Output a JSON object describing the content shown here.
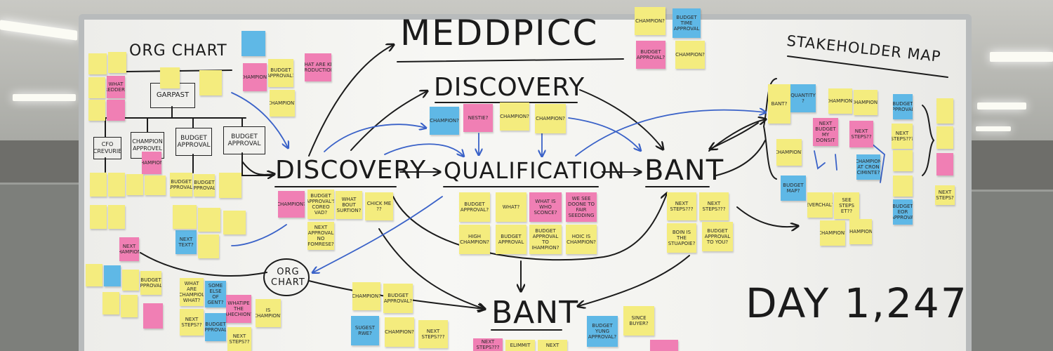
{
  "colors": {
    "yellow": "#f4ec7e",
    "pink": "#f07fb4",
    "blue": "#5fb8e6",
    "ink": "#1b1b1b",
    "arrow_blue": "#3a62c8"
  },
  "board": {
    "title": "MEDDPICC",
    "org_chart_title": "ORG CHART",
    "stakeholder_title": "STAKEHOLDER MAP",
    "day_counter": "DAY 1,247",
    "flow": {
      "discovery_top": "DISCOVERY",
      "discovery": "DISCOVERY",
      "qualification": "QUALIFICATION",
      "bant": "BANT",
      "bant_bottom": "BANT",
      "org_chart_circle": "ORG\nCHART"
    },
    "org_boxes": [
      {
        "id": "garpast",
        "text": "GARPAST"
      },
      {
        "id": "cfo",
        "text": "CFO\nCREVURIE"
      },
      {
        "id": "champion-approvel",
        "text": "CHAMPION\nAPPROVEL"
      },
      {
        "id": "budget-approval-1",
        "text": "BUDGET\nAPPROVAL"
      },
      {
        "id": "budget-approval-2",
        "text": "BUDGET\nAPPROVAL"
      }
    ]
  },
  "notes": [
    {
      "id": "n1",
      "text": "CHAMPION?",
      "color": "yellow"
    },
    {
      "id": "n2",
      "text": "BUDGET TIME APPROVAL",
      "color": "blue"
    },
    {
      "id": "n3",
      "text": "BUDGET APPROVAL?",
      "color": "pink"
    },
    {
      "id": "n4",
      "text": "CHAMPION?",
      "color": "yellow"
    },
    {
      "id": "n5",
      "text": "CHAMPION?",
      "color": "blue"
    },
    {
      "id": "n6",
      "text": "NESTIE?",
      "color": "pink"
    },
    {
      "id": "n7",
      "text": "CHAMPION?",
      "color": "yellow"
    },
    {
      "id": "n8",
      "text": "CHAMPION?",
      "color": "yellow"
    },
    {
      "id": "n9",
      "text": "CHAMPION?",
      "color": "pink"
    },
    {
      "id": "n10",
      "text": "BUDGET APPROVAL?",
      "color": "yellow"
    },
    {
      "id": "n11",
      "text": "WHAT ARE KEY AIRODUCTION?",
      "color": "pink"
    },
    {
      "id": "n12",
      "text": "CHAMPION?",
      "color": "yellow"
    },
    {
      "id": "n13",
      "text": "CHAMPION?",
      "color": "pink"
    },
    {
      "id": "n14",
      "text": "BUDGET APPROVAL'S COREO VAD?",
      "color": "yellow"
    },
    {
      "id": "n15",
      "text": "WHAT BOUT SURTION?",
      "color": "yellow"
    },
    {
      "id": "n16",
      "text": "CHICK ME ??",
      "color": "yellow"
    },
    {
      "id": "n17",
      "text": "NEXT APPROVAL NO FOMRESE?",
      "color": "yellow"
    },
    {
      "id": "n18",
      "text": "BUDGET APPROVAL?",
      "color": "yellow"
    },
    {
      "id": "n19",
      "text": "WHAT?",
      "color": "yellow"
    },
    {
      "id": "n20",
      "text": "WHAT IS WHO SCONCE?",
      "color": "pink"
    },
    {
      "id": "n21",
      "text": "WE SEE DOONE TO FAIR SEEDDING",
      "color": "pink"
    },
    {
      "id": "n22",
      "text": "HIGH CHAMPION?",
      "color": "yellow"
    },
    {
      "id": "n23",
      "text": "BUDGET APPROVAL",
      "color": "yellow"
    },
    {
      "id": "n24",
      "text": "BUDGET APPROVAL TO IHAMPION?",
      "color": "yellow"
    },
    {
      "id": "n25",
      "text": "HOIC IS CHAMPION?",
      "color": "yellow"
    },
    {
      "id": "n26",
      "text": "NEXT STEPS???",
      "color": "yellow"
    },
    {
      "id": "n27",
      "text": "NEXT STEPS???",
      "color": "yellow"
    },
    {
      "id": "n28",
      "text": "BOIN IS THE STUAPOIE?",
      "color": "yellow"
    },
    {
      "id": "n29",
      "text": "BUDGET APPROVAL TO YOU?",
      "color": "yellow"
    },
    {
      "id": "n30",
      "text": "CHAMPION?",
      "color": "yellow"
    },
    {
      "id": "n31",
      "text": "BUDGET APPROVAL?",
      "color": "yellow"
    },
    {
      "id": "n32",
      "text": "SUGEST RWE?",
      "color": "blue"
    },
    {
      "id": "n33",
      "text": "\"CHAMPION?\"",
      "color": "yellow"
    },
    {
      "id": "n34",
      "text": "NEXT STEPS???",
      "color": "yellow"
    },
    {
      "id": "n35",
      "text": "BUDGET YUNG APPROVAL?",
      "color": "blue"
    },
    {
      "id": "n36",
      "text": "SINCE BUYER?",
      "color": "yellow"
    },
    {
      "id": "n37",
      "text": "NEXT STEPS???",
      "color": "pink"
    },
    {
      "id": "n38",
      "text": "ELIMMIT",
      "color": "yellow"
    },
    {
      "id": "n39",
      "text": "NEXT",
      "color": "yellow"
    },
    {
      "id": "n40",
      "text": "BANT?",
      "color": "yellow"
    },
    {
      "id": "n41",
      "text": "QUANTITY ?",
      "color": "blue"
    },
    {
      "id": "n42",
      "text": "CHAMPION?",
      "color": "yellow"
    },
    {
      "id": "n43",
      "text": "CHAMPION?",
      "color": "yellow"
    },
    {
      "id": "n44",
      "text": "BUDGET APPROVAL?",
      "color": "blue"
    },
    {
      "id": "n45",
      "text": "NEXT BUDGET MY DONSIT",
      "color": "pink"
    },
    {
      "id": "n46",
      "text": "NEXT STEPS??",
      "color": "pink"
    },
    {
      "id": "n47",
      "text": "NEXT STEPS???",
      "color": "yellow"
    },
    {
      "id": "n48",
      "text": "CHAMPION?",
      "color": "yellow"
    },
    {
      "id": "n49",
      "text": "CHAMPION AT CRON CIMINTE?",
      "color": "blue"
    },
    {
      "id": "n50",
      "text": "BUDGET MAP?",
      "color": "blue"
    },
    {
      "id": "n51",
      "text": "EVERCHAL?",
      "color": "yellow"
    },
    {
      "id": "n52",
      "text": "SEE STEPS ET??",
      "color": "yellow"
    },
    {
      "id": "n53",
      "text": "CHAMPION?",
      "color": "yellow"
    },
    {
      "id": "n54",
      "text": "CHAMPION?",
      "color": "yellow"
    },
    {
      "id": "n55",
      "text": "BUDGET EOR MAPPROVAL?",
      "color": "blue"
    },
    {
      "id": "n56",
      "text": "WHAT ARE CHAMPIOL WHAT?",
      "color": "yellow"
    },
    {
      "id": "n57",
      "text": "SOME ELSE OF GENT?",
      "color": "blue"
    },
    {
      "id": "n58",
      "text": "WHATIPE THE AHECHION?",
      "color": "pink"
    },
    {
      "id": "n59",
      "text": "IS CHAMPION?",
      "color": "yellow"
    },
    {
      "id": "n60",
      "text": "NEXT STEPS??",
      "color": "yellow"
    },
    {
      "id": "n61",
      "text": "BUDGET APPROVAL?",
      "color": "blue"
    },
    {
      "id": "n62",
      "text": "NEXT STEPS??",
      "color": "yellow"
    },
    {
      "id": "n63",
      "text": "NEXT CHAMPION?",
      "color": "pink"
    },
    {
      "id": "n64",
      "text": "BUDGET APPROVAL?",
      "color": "yellow"
    },
    {
      "id": "n65",
      "text": "BUDGET APPROVAL?",
      "color": "yellow"
    },
    {
      "id": "n66",
      "text": "NEXT TEXT?",
      "color": "blue"
    },
    {
      "id": "n67",
      "text": "CHAMPION?",
      "color": "pink"
    },
    {
      "id": "n68",
      "text": "WHAT REDDER?",
      "color": "pink"
    },
    {
      "id": "n69",
      "text": "BUDGET APPROVAL?",
      "color": "yellow"
    },
    {
      "id": "n70",
      "text": "NEXT STEPS?",
      "color": "yellow"
    }
  ]
}
